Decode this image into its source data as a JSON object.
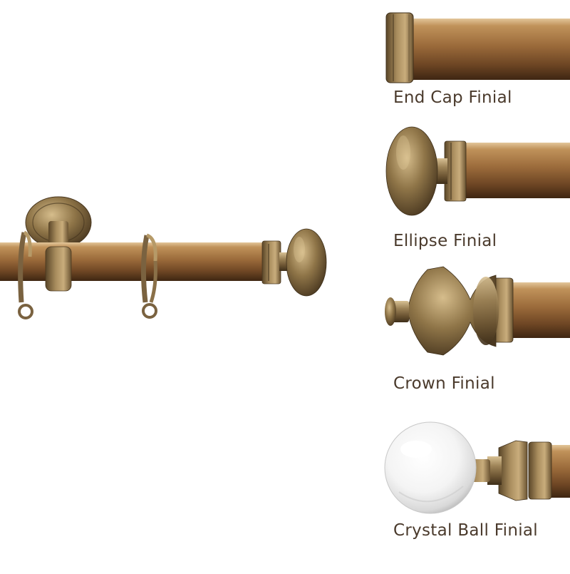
{
  "theme": {
    "bronze_light": "#c9a36b",
    "bronze_mid": "#9a6a3a",
    "bronze_dark": "#5a3a1e",
    "antique_gold": "#8a7048",
    "label_color": "#4a3a2c",
    "background": "#ffffff"
  },
  "finials": [
    {
      "label": "End Cap Finial",
      "icon": "end-cap-finial"
    },
    {
      "label": "Ellipse Finial",
      "icon": "ellipse-finial"
    },
    {
      "label": "Crown Finial",
      "icon": "crown-finial"
    },
    {
      "label": "Crystal Ball Finial",
      "icon": "crystal-ball-finial"
    }
  ]
}
